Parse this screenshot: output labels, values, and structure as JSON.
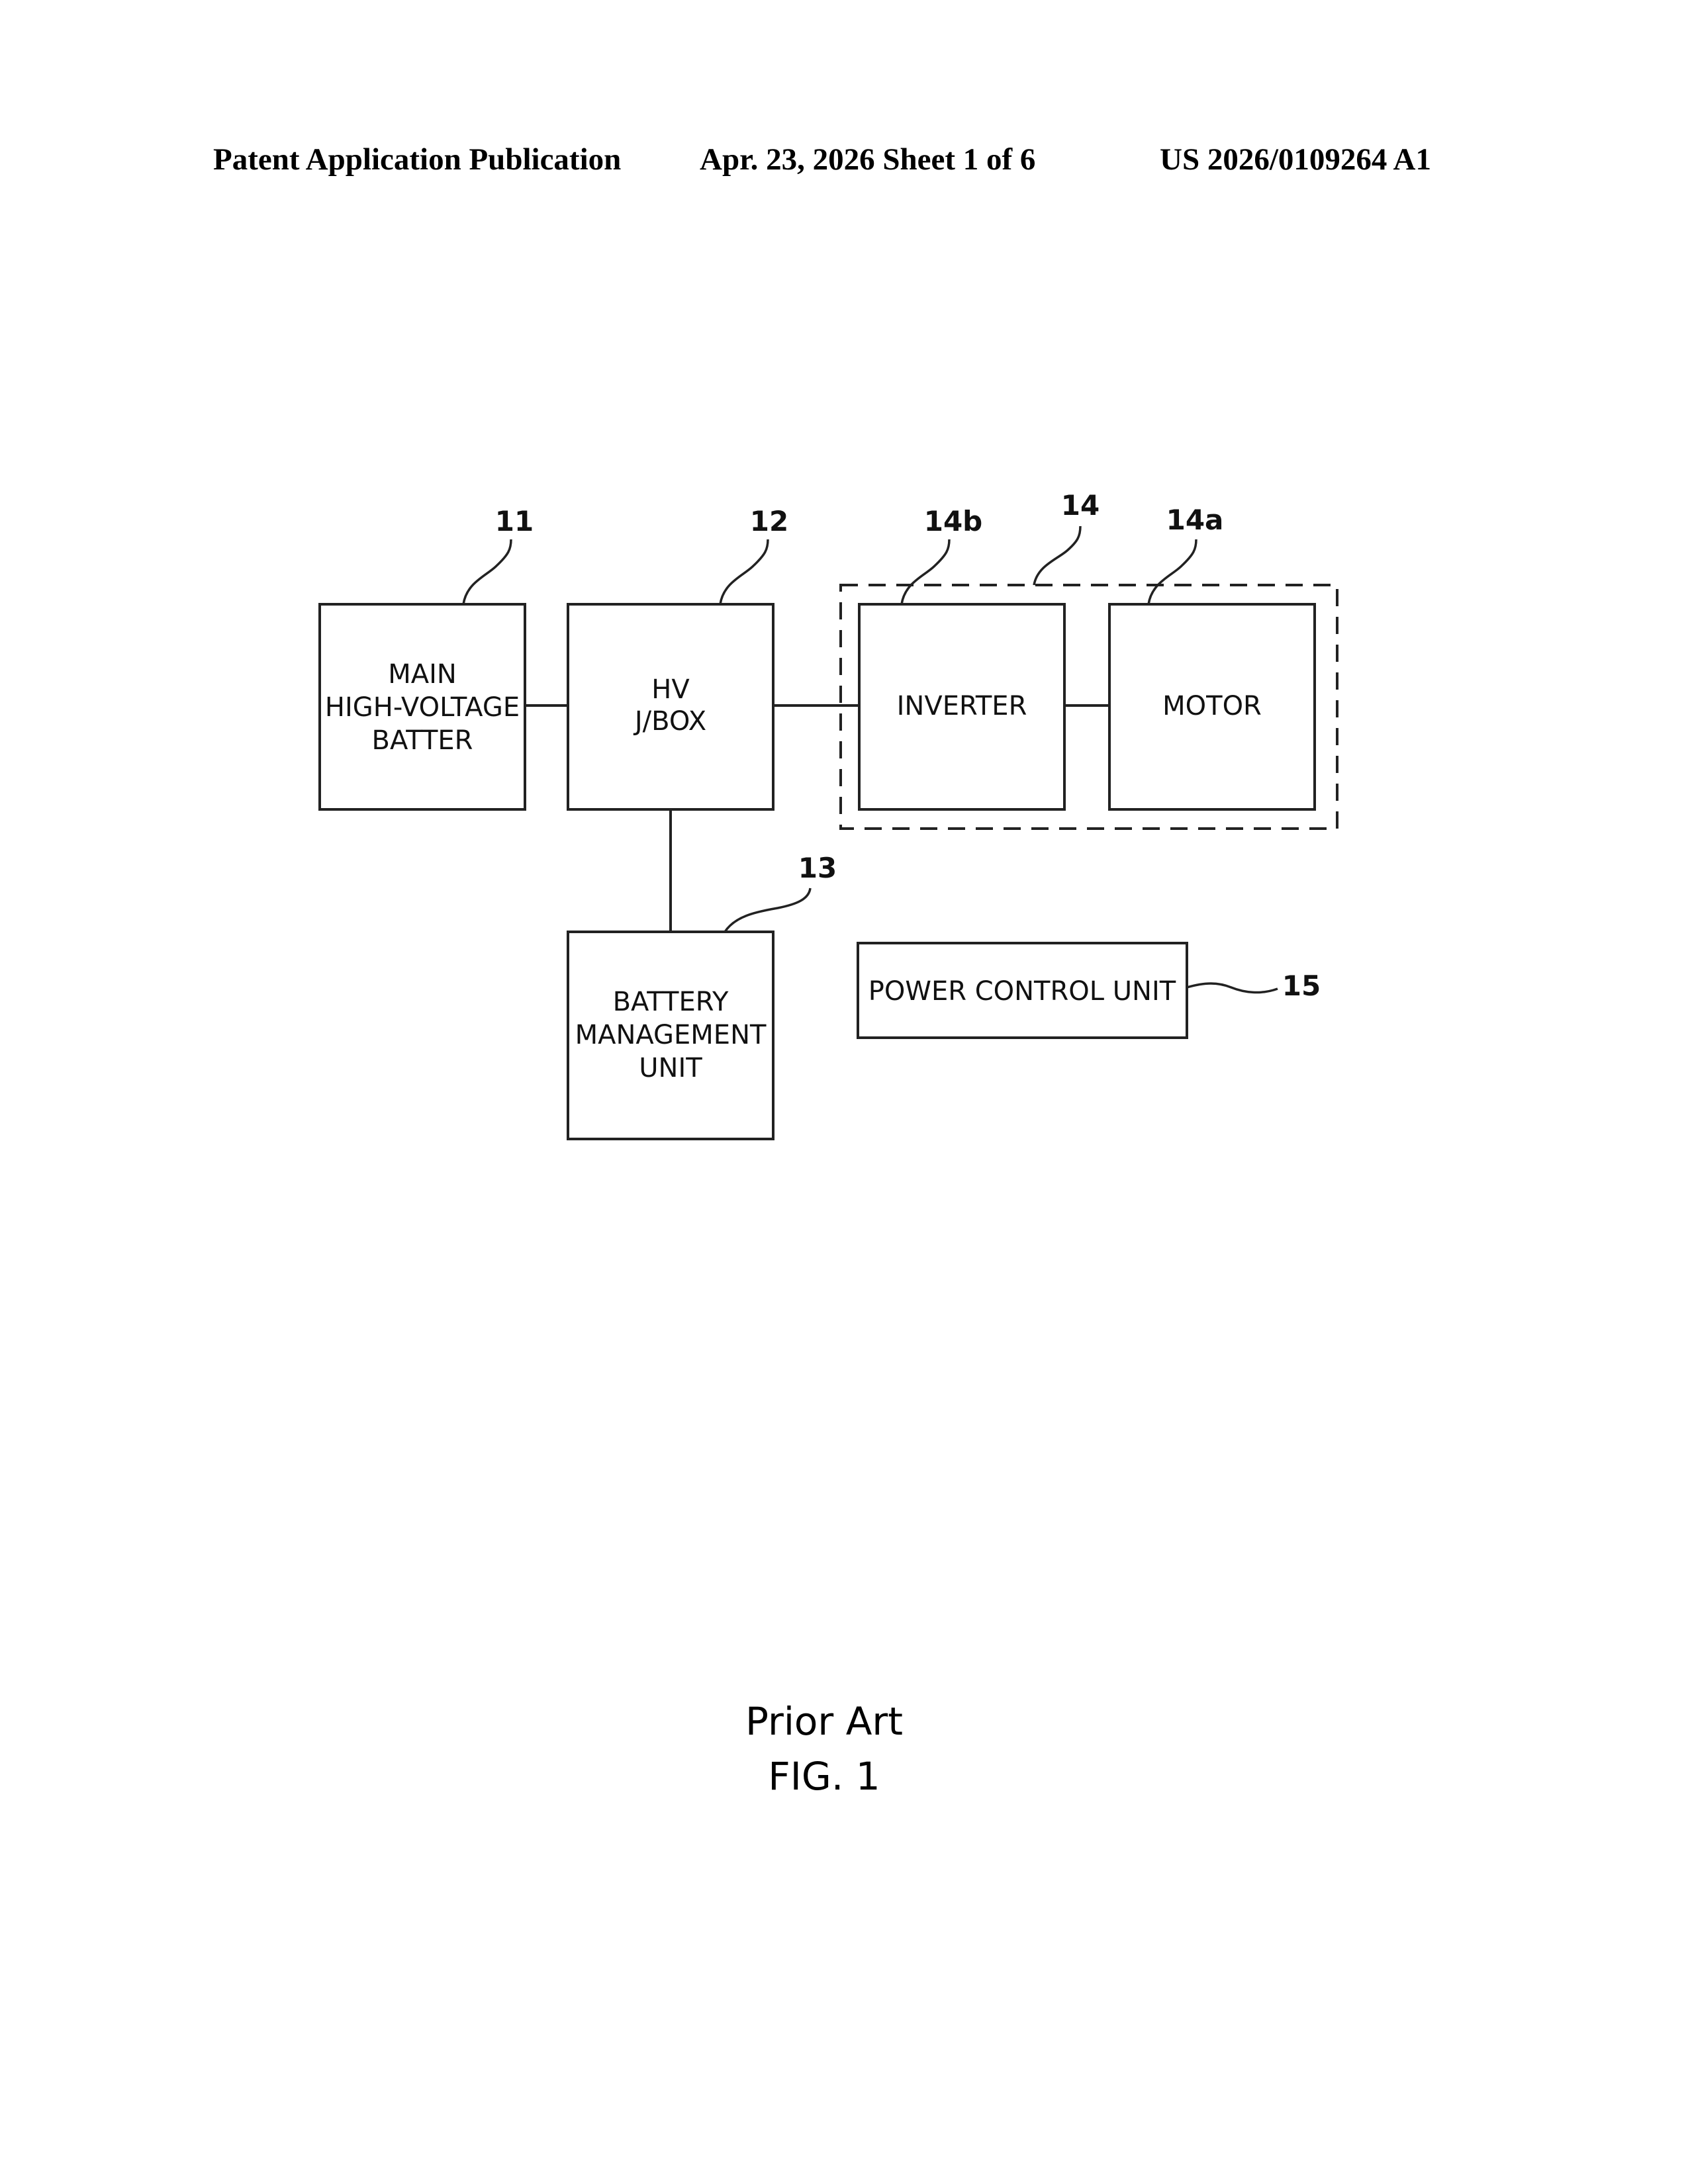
{
  "header": {
    "left": "Patent Application Publication",
    "middle": "Apr. 23, 2026  Sheet 1 of 6",
    "right": "US 2026/0109264 A1"
  },
  "figure": {
    "blocks": {
      "battery": [
        "MAIN",
        "HIGH-VOLTAGE",
        "BATTER"
      ],
      "jbox": [
        "HV",
        "J/BOX"
      ],
      "inverter": [
        "INVERTER"
      ],
      "motor": [
        "MOTOR"
      ],
      "bmu": [
        "BATTERY",
        "MANAGEMENT",
        "UNIT"
      ],
      "pcu": [
        "POWER CONTROL UNIT"
      ]
    },
    "refs": {
      "battery": "11",
      "jbox": "12",
      "bmu": "13",
      "drive": "14",
      "motor": "14a",
      "inverter": "14b",
      "pcu": "15"
    }
  },
  "caption": {
    "line1": "Prior Art",
    "line2": "FIG. 1"
  }
}
